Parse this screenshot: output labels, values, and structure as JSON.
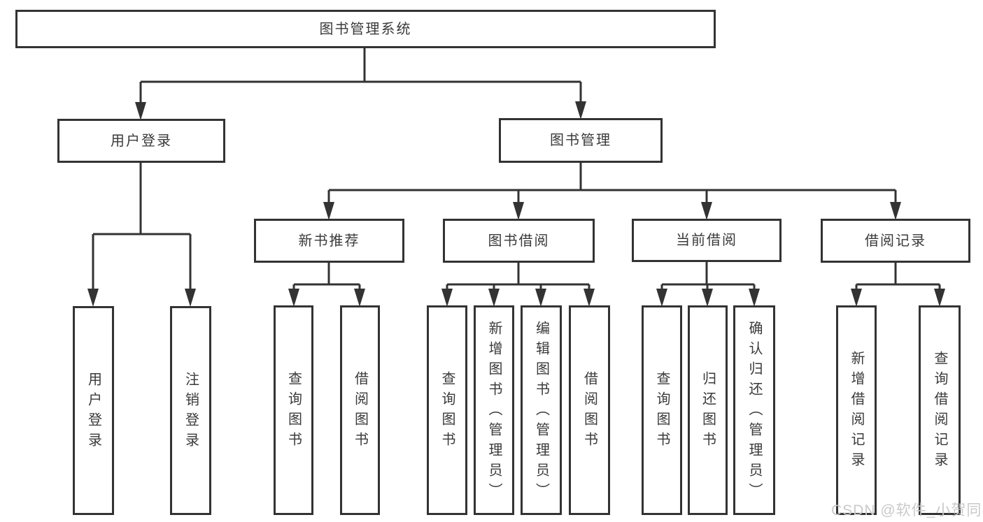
{
  "diagram": {
    "type": "hierarchy-tree",
    "nodes": {
      "root": "图书管理系统",
      "level2": {
        "user_login": "用户登录",
        "book_mgmt": "图书管理"
      },
      "level3": {
        "new_book_recommend": "新书推荐",
        "book_borrow": "图书借阅",
        "current_borrow": "当前借阅",
        "borrow_records": "借阅记录"
      },
      "leaves": {
        "user_login": "用户登录",
        "logout": "注销登录",
        "query_book_recommend": "查询图书",
        "borrow_book_recommend": "借阅图书",
        "query_book_borrow": "查询图书",
        "add_book_admin": "新增图书（管理员）",
        "edit_book_admin": "编辑图书（管理员）",
        "borrow_book_borrow": "借阅图书",
        "query_book_current": "查询图书",
        "return_book": "归还图书",
        "confirm_return_admin": "确认归还（管理员）",
        "add_borrow_record": "新增借阅记录",
        "query_borrow_record": "查询借阅记录"
      }
    }
  },
  "watermark": {
    "text": "CSDN @软件_小贺同学"
  },
  "colors": {
    "line": "#333333",
    "box_border": "#333333",
    "box_fill": "#ffffff",
    "text": "#3a3a3a",
    "watermark": "#c9c9c9",
    "background": "#ffffff"
  }
}
